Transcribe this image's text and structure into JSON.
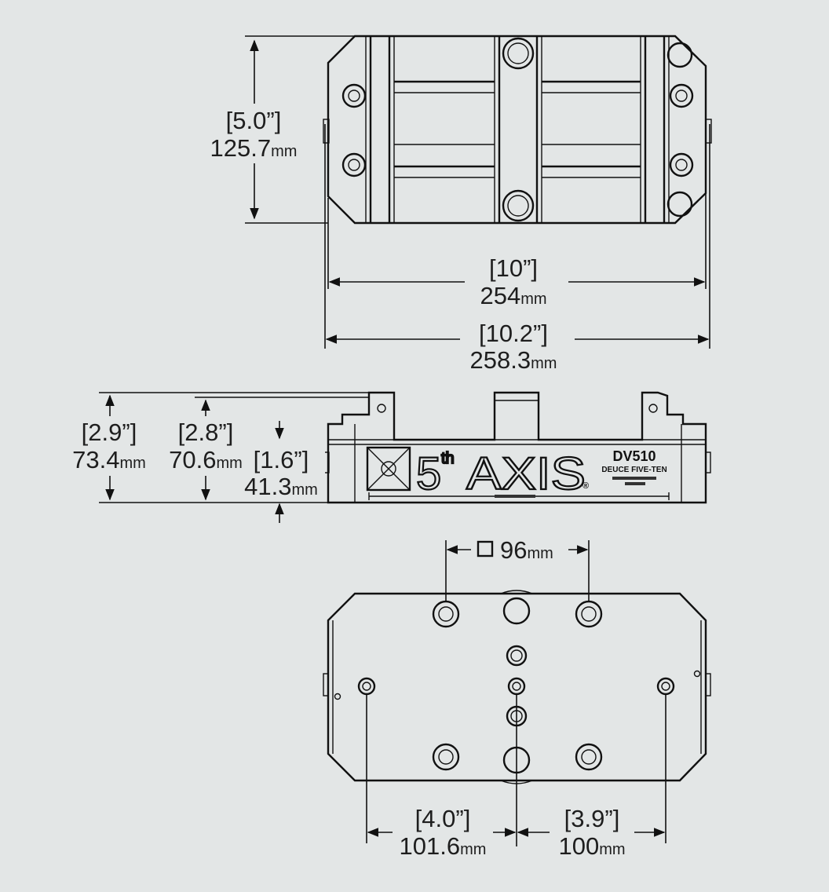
{
  "dimensions": {
    "depth_top": {
      "inch": "[5.0”]",
      "mm": "125.7",
      "unit": "mm"
    },
    "width_inner": {
      "inch": "[10”]",
      "mm": "254",
      "unit": "mm"
    },
    "width_outer": {
      "inch": "[10.2”]",
      "mm": "258.3",
      "unit": "mm"
    },
    "height_total": {
      "inch": "[2.9”]",
      "mm": "73.4",
      "unit": "mm"
    },
    "height_jaw": {
      "inch": "[2.8”]",
      "mm": "70.6",
      "unit": "mm"
    },
    "height_body": {
      "inch": "[1.6”]",
      "mm": "41.3",
      "unit": "mm"
    },
    "pattern": {
      "mm": "96",
      "unit": "mm"
    },
    "left_hole": {
      "inch": "[4.0”]",
      "mm": "101.6",
      "unit": "mm"
    },
    "right_hole": {
      "inch": "[3.9”]",
      "mm": "100",
      "unit": "mm"
    }
  },
  "branding": {
    "five": "5",
    "th": "th",
    "axis": "AXIS",
    "registered": "®",
    "model": "DV510",
    "model_name": "DEUCE FIVE-TEN"
  },
  "colors": {
    "background": "#e3e6e6",
    "line": "#111111",
    "text": "#1e1e1e"
  }
}
